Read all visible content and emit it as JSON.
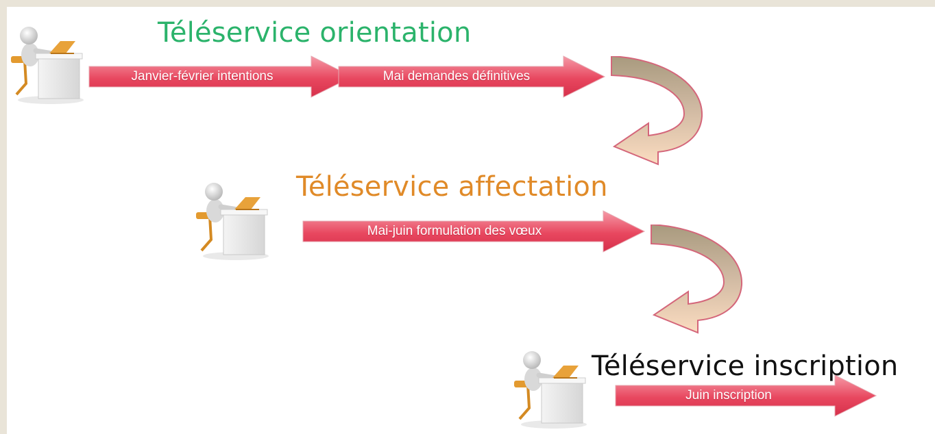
{
  "colors": {
    "background_frame": "#e9e4d8",
    "slide_background": "#ffffff",
    "title_orientation": "#2bb36b",
    "title_affectation": "#e08a28",
    "title_inscription": "#111111",
    "arrow_fill_light": "#f47a8c",
    "arrow_fill_dark": "#dc2f4c",
    "curve_fill_top": "#a89a7e",
    "curve_fill_bottom": "#f9d9bd",
    "curve_stroke": "#d4667a"
  },
  "stages": {
    "orientation": {
      "title": "Téléservice orientation",
      "steps": [
        {
          "label": "Janvier-février intentions"
        },
        {
          "label": "Mai demandes définitives"
        }
      ]
    },
    "affectation": {
      "title": "Téléservice affectation",
      "steps": [
        {
          "label": "Mai-juin formulation des vœux"
        }
      ]
    },
    "inscription": {
      "title": "Téléservice inscription",
      "steps": [
        {
          "label": "Juin inscription"
        }
      ]
    }
  },
  "icons": {
    "person": "person-at-laptop-desk-icon",
    "curved_arrow": "curved-down-arrow-icon"
  }
}
